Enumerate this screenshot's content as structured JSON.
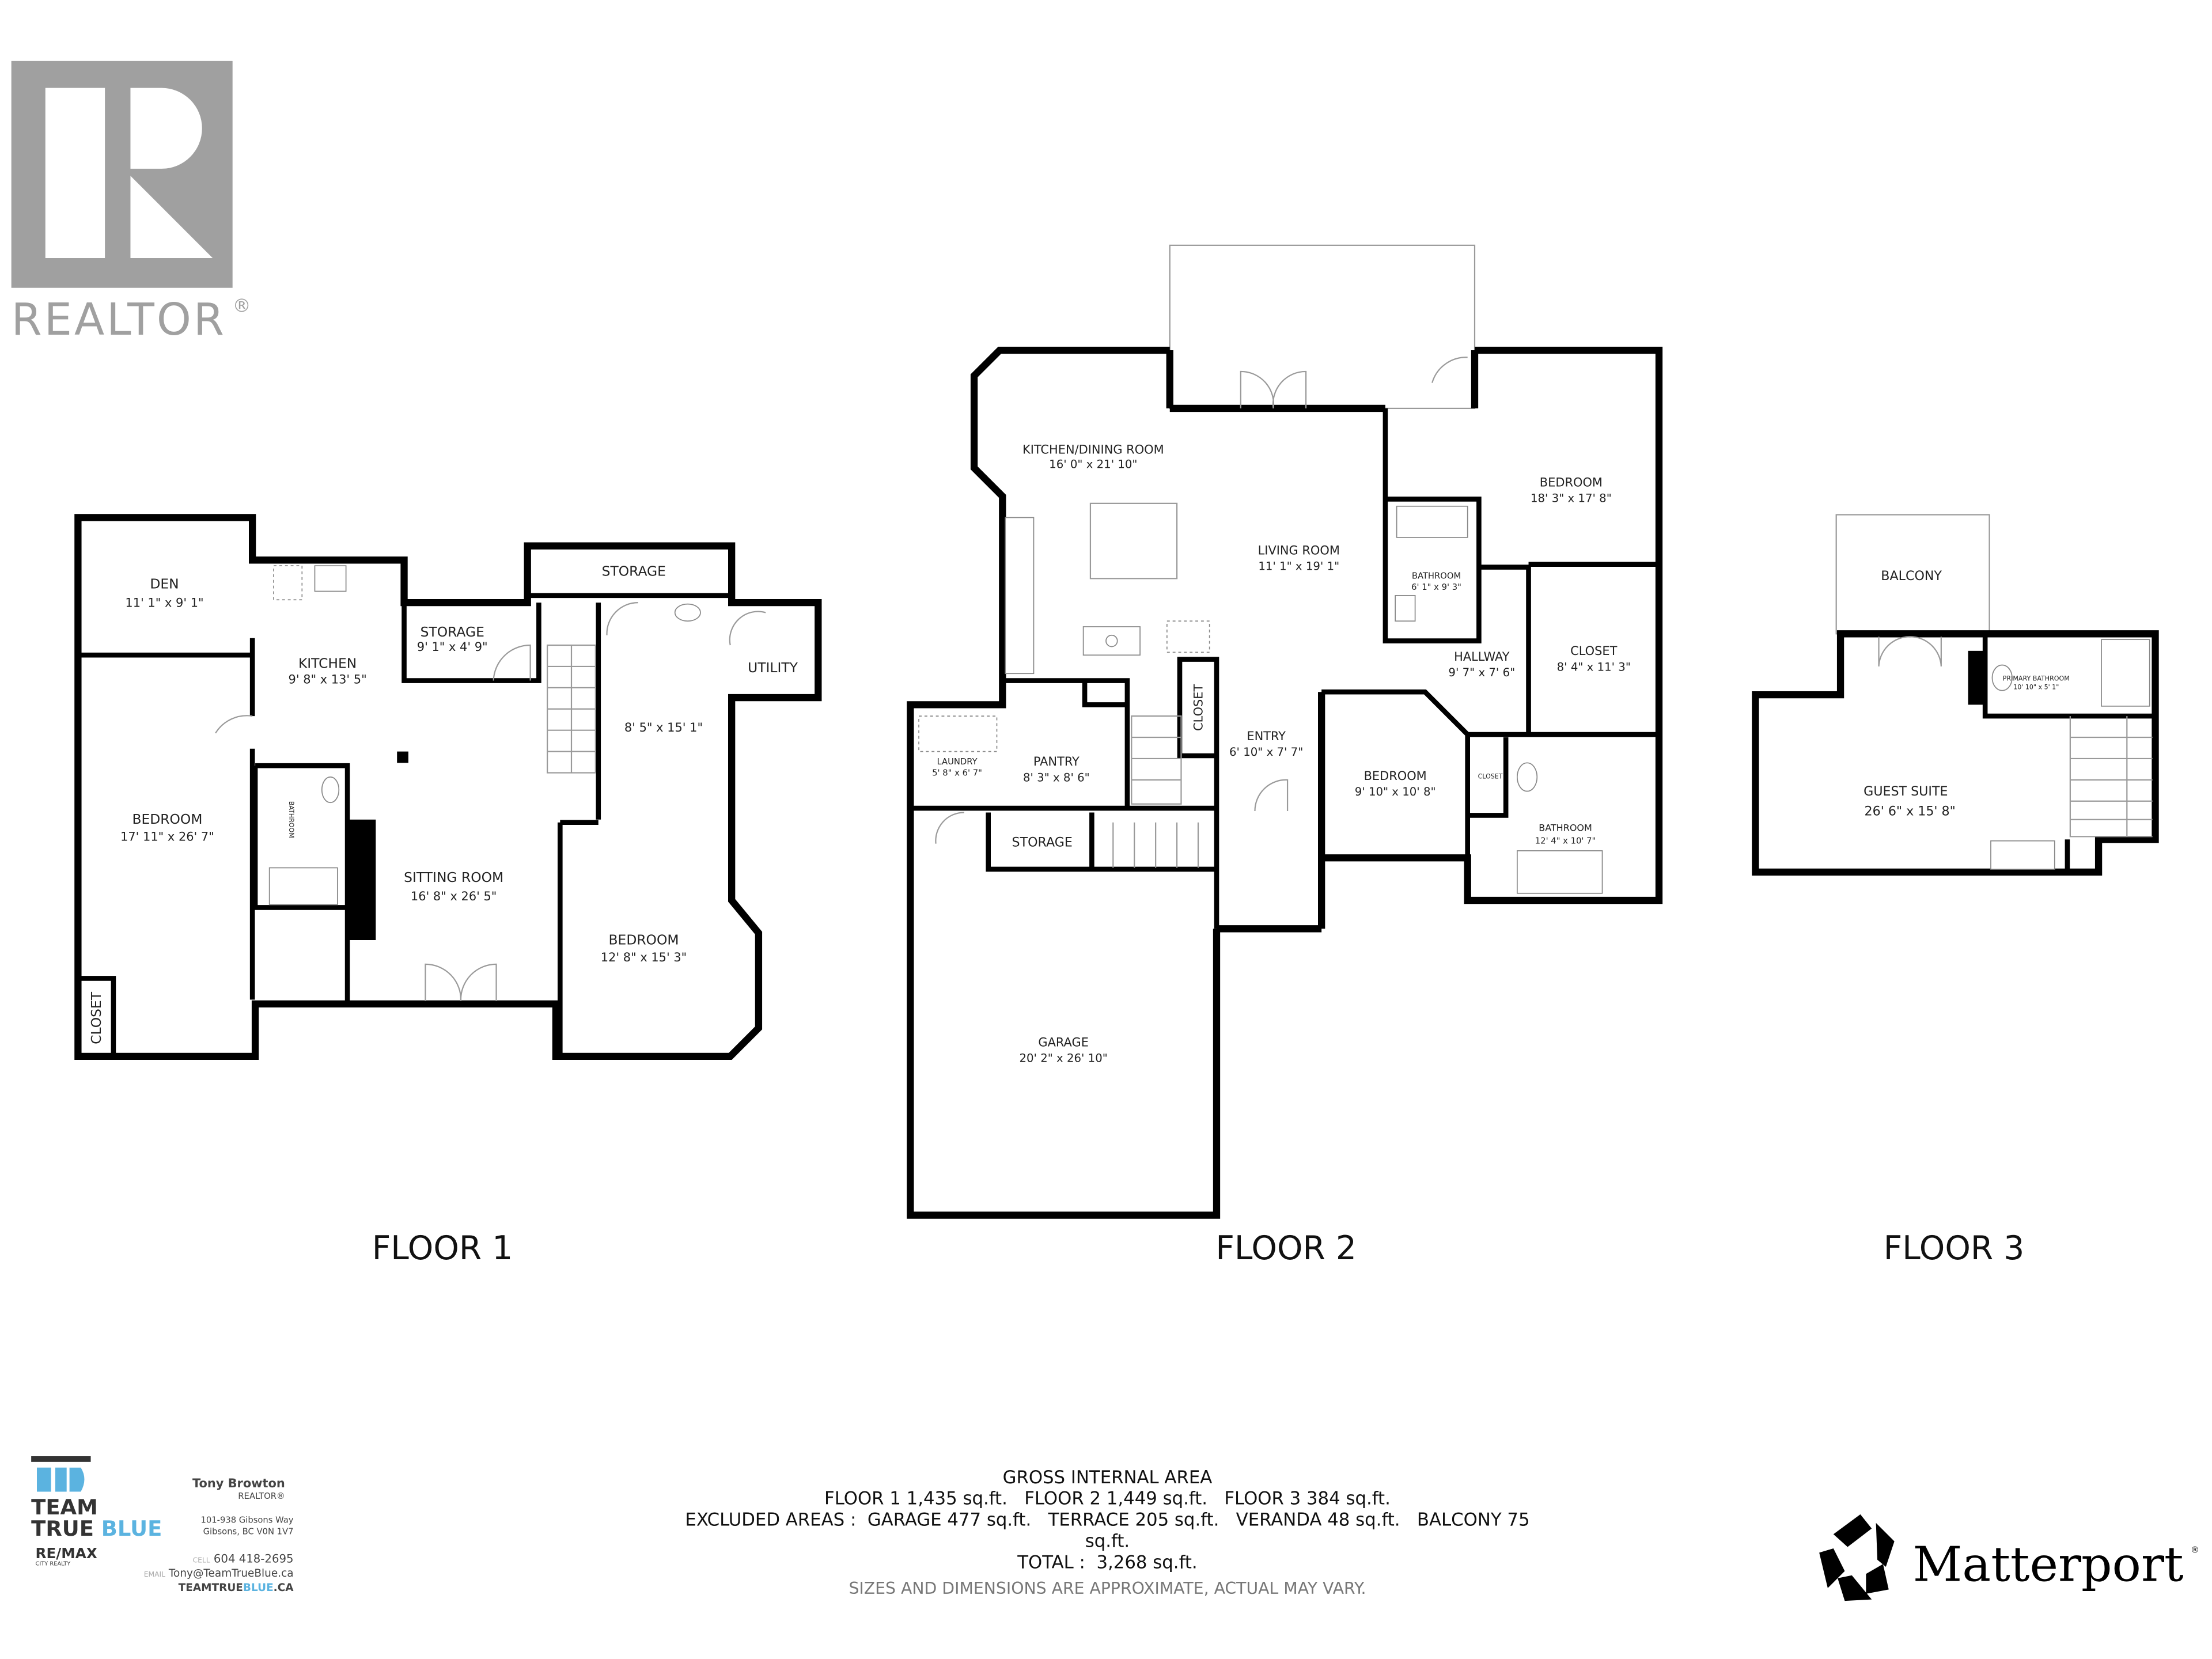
{
  "realtor_logo": {
    "text": "REALTOR",
    "mark": "®",
    "color": "#a0a0a0"
  },
  "floors": [
    {
      "label": "FLOOR 1",
      "rooms": [
        {
          "name": "DEN",
          "dims": "11' 1\" x 9' 1\""
        },
        {
          "name": "KITCHEN",
          "dims": "9' 8\" x 13' 5\""
        },
        {
          "name": "STORAGE",
          "dims": "9' 1\" x 4' 9\""
        },
        {
          "name": "STORAGE"
        },
        {
          "name": "UTILITY"
        },
        {
          "dims": "8' 5\" x 15' 1\""
        },
        {
          "name": "BEDROOM",
          "dims": "17' 11\" x 26' 7\""
        },
        {
          "name": "BATHROOM"
        },
        {
          "name": "SITTING ROOM",
          "dims": "16' 8\" x 26' 5\""
        },
        {
          "name": "BEDROOM",
          "dims": "12' 8\" x 15' 3\""
        },
        {
          "name": "CLOSET"
        }
      ]
    },
    {
      "label": "FLOOR 2",
      "rooms": [
        {
          "name": "KITCHEN/DINING ROOM",
          "dims": "16' 0\" x 21' 10\""
        },
        {
          "name": "LIVING ROOM",
          "dims": "11' 1\" x 19' 1\""
        },
        {
          "name": "BEDROOM",
          "dims": "18' 3\" x 17' 8\""
        },
        {
          "name": "BATHROOM",
          "dims": "6' 1\" x 9' 3\""
        },
        {
          "name": "HALLWAY",
          "dims": "9' 7\" x 7' 6\""
        },
        {
          "name": "CLOSET",
          "dims": "8' 4\" x 11' 3\""
        },
        {
          "name": "ENTRY",
          "dims": "6' 10\" x 7' 7\""
        },
        {
          "name": "CLOSET"
        },
        {
          "name": "PANTRY",
          "dims": "8' 3\" x 8' 6\""
        },
        {
          "name": "LAUNDRY",
          "dims": "5' 8\" x 6' 7\""
        },
        {
          "name": "BEDROOM",
          "dims": "9' 10\" x 10' 8\""
        },
        {
          "name": "CLOSET"
        },
        {
          "name": "BATHROOM",
          "dims": "12' 4\" x 10' 7\""
        },
        {
          "name": "STORAGE"
        },
        {
          "name": "GARAGE",
          "dims": "20' 2\" x 26' 10\""
        }
      ]
    },
    {
      "label": "FLOOR 3",
      "rooms": [
        {
          "name": "BALCONY"
        },
        {
          "name": "PRIMARY BATHROOM",
          "dims": "10' 10\" x 5' 1\""
        },
        {
          "name": "GUEST SUITE",
          "dims": "26' 6\" x 15' 8\""
        }
      ]
    }
  ],
  "summary": {
    "title": "GROSS INTERNAL AREA",
    "floors_line": "FLOOR 1 1,435 sq.ft.   FLOOR 2 1,449 sq.ft.   FLOOR 3 384 sq.ft.",
    "excluded_line": "EXCLUDED AREAS :  GARAGE 477 sq.ft.   TERRACE 205 sq.ft.   VERANDA 48 sq.ft.   BALCONY 75",
    "excluded_line_wrap": "sq.ft.",
    "total_line": "TOTAL :  3,268 sq.ft.",
    "disclaimer": "SIZES AND DIMENSIONS ARE APPROXIMATE, ACTUAL MAY VARY."
  },
  "agent": {
    "team_line1": "TEAM",
    "team_line2": "TRUE",
    "team_line2_accent": "BLUE",
    "brokerage": "RE/MAX",
    "brokerage_sub": "CITY REALTY",
    "name": "Tony Browton",
    "title": "REALTOR®",
    "address1": "101-938 Gibsons Way",
    "address2": "Gibsons, BC V0N 1V7",
    "cell_label": "CELL",
    "cell": "604 418-2695",
    "email_label": "EMAIL",
    "email": "Tony@TeamTrueBlue.ca",
    "website": "TEAMTRUE",
    "website_accent": "BLUE",
    "website_tld": ".CA",
    "accent_color": "#5bb3e0"
  },
  "matterport_logo": {
    "text": "Matterport",
    "mark": "®"
  }
}
